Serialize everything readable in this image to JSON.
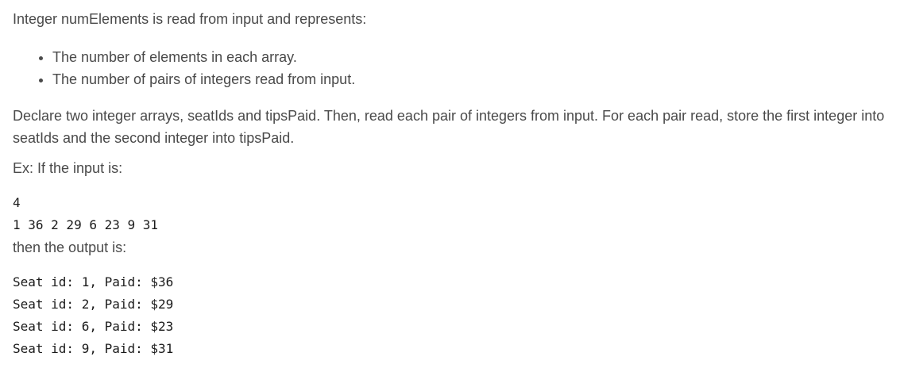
{
  "intro": "Integer numElements is read from input and represents:",
  "bullets": [
    "The number of elements in each array.",
    "The number of pairs of integers read from input."
  ],
  "declare": "Declare two integer arrays, seatIds and tipsPaid. Then, read each pair of integers from input. For each pair read, store the first integer into seatIds and the second integer into tipsPaid.",
  "example_label": "Ex: If the input is:",
  "input_lines": [
    "4",
    "1 36 2 29 6 23 9 31"
  ],
  "then_label": "then the output is:",
  "output_lines": [
    "Seat id: 1, Paid: $36",
    "Seat id: 2, Paid: $29",
    "Seat id: 6, Paid: $23",
    "Seat id: 9, Paid: $31"
  ]
}
